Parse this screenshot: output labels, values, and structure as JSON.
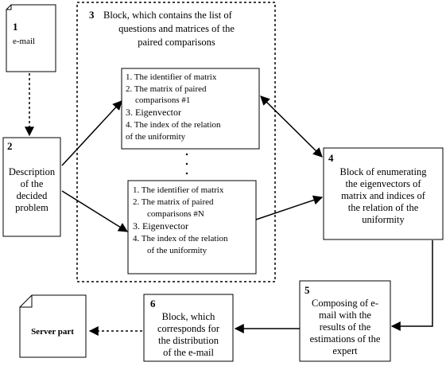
{
  "nodes": {
    "email_doc": {
      "number": "1",
      "label": "e-mail"
    },
    "description": {
      "number": "2",
      "lines": [
        "Description",
        "of the",
        "decided",
        "problem"
      ]
    },
    "block3": {
      "number": "3",
      "title_lines": [
        "Block, which contains the list of",
        "questions and matrices of the",
        "paired comparisons"
      ]
    },
    "matrix1": {
      "lines": [
        "1. The identifier of matrix",
        "2. The matrix of paired",
        "comparisons #1",
        "3.    Eigenvector",
        "4.   The index of the relation",
        "of the uniformity"
      ]
    },
    "dots": "·  ·  ·",
    "matrixN": {
      "lines": [
        "1.   The identifier of matrix",
        "2.   The matrix of paired",
        "comparisons #N",
        "3.     Eigenvector",
        "4.   The index of the relation",
        "of the uniformity"
      ]
    },
    "block4": {
      "number": "4",
      "lines": [
        "Block of enumerating",
        "the eigenvectors of",
        "matrix and indices of",
        "the relation of the",
        "uniformity"
      ]
    },
    "block5": {
      "number": "5",
      "lines": [
        "Composing of e-",
        "mail with the",
        "results of the",
        "estimations of the",
        "expert"
      ]
    },
    "block6": {
      "number": "6",
      "lines": [
        "Block, which",
        "corresponds for",
        "the distribution",
        "of the e-mail"
      ]
    },
    "server": {
      "label": "Server part"
    }
  },
  "colors": {
    "stroke": "#000000",
    "fill": "#ffffff"
  }
}
